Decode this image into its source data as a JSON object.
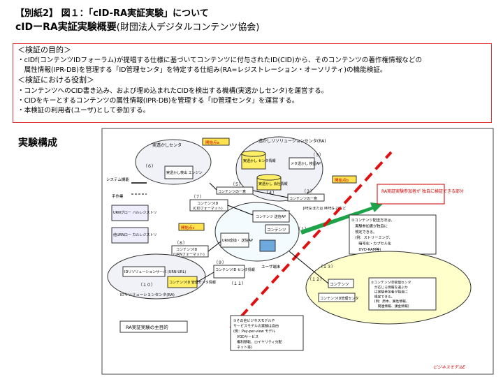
{
  "header": {
    "line1": "【別紙2】 図１：「cID-RA実証実験」について",
    "line2_main": "cIDーRA実証実験概要",
    "line2_sub": "(財団法人デジタルコンテンツ協会)"
  },
  "purpose": {
    "heading": "＜検証の目的＞",
    "line1": "・cIDf(コンテンツIDフォーラム)が提唱する仕様に基づいてコンテンツに付与されたID(CID)から、そのコンテンツの著作権情報などの",
    "line2": "　属性情報(IPR-DB)を管理する「ID管理センタ」を特定する仕組み(RA=レジストレーション・オーソリティ)の機能検証。",
    "role_heading": "＜検証における役割＞",
    "role1": "・コンテンツへのCID書き込み、および埋め込まれたCIDを検出する機構(実透かしセンタ)を運営する。",
    "role2": "・CIDをキーとするコンテンツの属性情報(IPR-DB)を管理する「ID管理センタ」を運営する。",
    "role3": "・本検証の利用者(ユーザ)として参加する。"
  },
  "section_title": "実験構成",
  "diagram": {
    "center_title": "透かしリソリューションセンタ(RA)",
    "meta_db": "メタ透かし 検証AP",
    "sukashi_info": "実透かし センタ情報",
    "ji_sukashi": "実透かし 会社情報",
    "sukashi_center": "実透かしセンタ",
    "detect_engine": "実透かし検出 エンジン",
    "contents_id": "コンテンツID",
    "cid_format": "(CIDフォーマット)",
    "contents_link_a": "コンテンツの一意",
    "contents_link_b": "コンテンツの一意",
    "contents_ap": "コンテンツ 送信AP",
    "contents": "コンテンツ",
    "urn_conv": "URN変換・ 送信AP",
    "urn_fmt": "(URNフォーマット)",
    "user_term": "ユーザ端末",
    "urn_global": "URNグロー バルレジストリ",
    "local_registry": "他URNロー カルレジストリ",
    "id_res_center": "IDリソリューションサーバ (URN-URL)",
    "contents_id_center": "コンテンツID 管理センタ情報",
    "id_res_center_bottom": "IDリソリューションセンタ(RA)",
    "contents_id2": "コンテンツID",
    "contents_id_center2": "コンテンツID センタ情報",
    "jpeg": "JPEG(または MPEG-2)など",
    "system_label": "システム機能",
    "manual_label": "手作業",
    "badge_a": "開始点a",
    "badge_b": "開始点b",
    "badge_c": "開始点c",
    "ra_note": "RA実証実験参加者が 独自に検証できる部分",
    "note1_lines": [
      "①コンテンツ配送方法は、",
      "　実験参加者が独自に",
      "　規定できる。",
      "　(例：ストリーミング、",
      "　　暗号化・カプセル化",
      "　　DVD-RAM等)"
    ],
    "note2_lines": [
      "②コンテンツID管理センタ",
      "　が応じる情報を選ぶか",
      "　は実験参加者が独自に",
      "　規定できる。",
      "　(例：原本、属性情報、",
      "　　関連情報、課金情報)"
    ],
    "note3_lines": [
      "③その他ビジネスモデルや",
      "サービスモデルの実験は自由",
      "(例：Pay-per-view モデル",
      "　VODサービス",
      "　権利移転、ロイヤリティ分配",
      "　ネット将)"
    ],
    "contents_bottom": "コンテンツ",
    "contents_id_center_bottom": "コンテンツID管理センタ",
    "ra_goal": "RA実証実験の主目的",
    "business": "ビジネスモデルE",
    "num_3": "（３）",
    "num_4": "（４）",
    "num_2": "（２）",
    "num_5": "（５）",
    "num_6": "（６）",
    "num_7": "（７）",
    "num_8": "（８）",
    "num_9": "（９）",
    "num_10": "（１０）",
    "num_11": "（１１）",
    "num_1": "（１）",
    "num_12": "（１２）",
    "num_13": "（１３）"
  },
  "colors": {
    "frame": "#d33333",
    "accent": "#e8eaf2",
    "badge": "#ffe24d",
    "cloud": "#ffffcc",
    "arrow_green": "#1fa34a",
    "dash_red": "#e01010"
  }
}
